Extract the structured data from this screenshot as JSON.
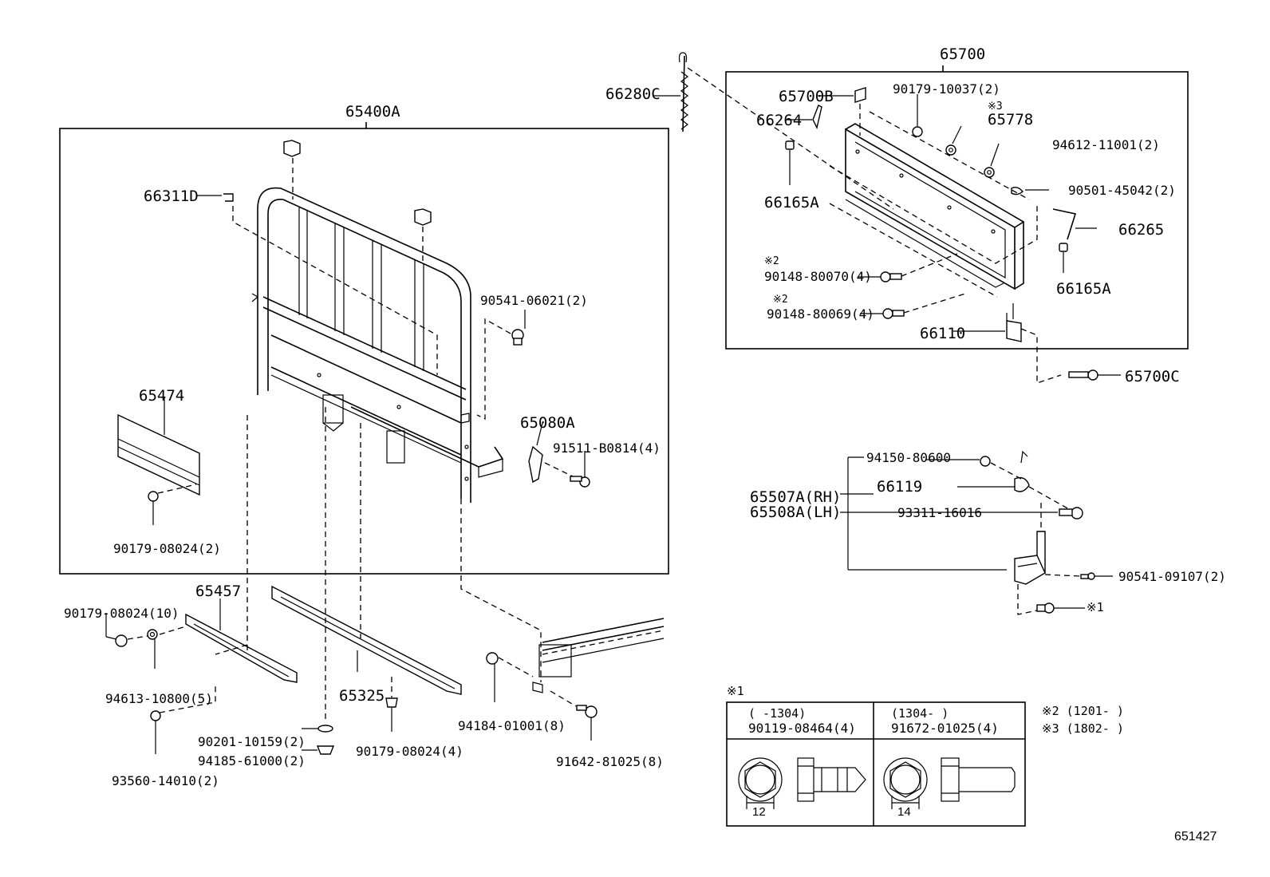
{
  "diagram": {
    "assembly_labels": {
      "a65400A": "65400A",
      "a65700": "65700",
      "a66280C": "66280C"
    },
    "part_labels": {
      "p66311D": "66311D",
      "p90541_06021": "90541-06021(2)",
      "p65474": "65474",
      "p65080A": "65080A",
      "p91511_B0814": "91511-B0814(4)",
      "p90179_08024_2": "90179-08024(2)",
      "p65457": "65457",
      "p90179_08024_10": "90179-08024(10)",
      "p94613_10800": "94613-10800(5)",
      "p93560_14010": "93560-14010(2)",
      "p90201_10159": "90201-10159(2)",
      "p94185_61000": "94185-61000(2)",
      "p65325": "65325",
      "p90179_08024_4": "90179-08024(4)",
      "p94184_01001": "94184-01001(8)",
      "p91642_81025": "91642-81025(8)",
      "p65700B": "65700B",
      "p66264": "66264",
      "p90179_10037": "90179-10037(2)",
      "p65778": "65778",
      "p94612_11001": "94612-11001(2)",
      "p90501_45042": "90501-45042(2)",
      "p66165A_1": "66165A",
      "p66265": "66265",
      "p66165A_2": "66165A",
      "p90148_80070": "90148-80070(4)",
      "p90148_80069": "90148-80069(4)",
      "p66110": "66110",
      "p65700C": "65700C",
      "p94150_80600": "94150-80600",
      "p66119": "66119",
      "p65507A": "65507A(RH)",
      "p65508A": "65508A(LH)",
      "p93311_16016": "93311-16016",
      "p90541_09107": "90541-09107(2)"
    },
    "notes": {
      "m2a": "※2",
      "m2b": "※2",
      "m3": "※3",
      "m1_callout": "※1"
    },
    "footnote_table": {
      "marker": "※1",
      "col1_range": "(    -1304)",
      "col1_part": "90119-08464(4)",
      "col1_dim": "12",
      "col2_range": "(1304-    )",
      "col2_part": "91672-01025(4)",
      "col2_dim": "14"
    },
    "date_notes": {
      "n2": "※2 (1201-     )",
      "n3": "※3 (1802-     )"
    },
    "figure_number": "651427"
  }
}
